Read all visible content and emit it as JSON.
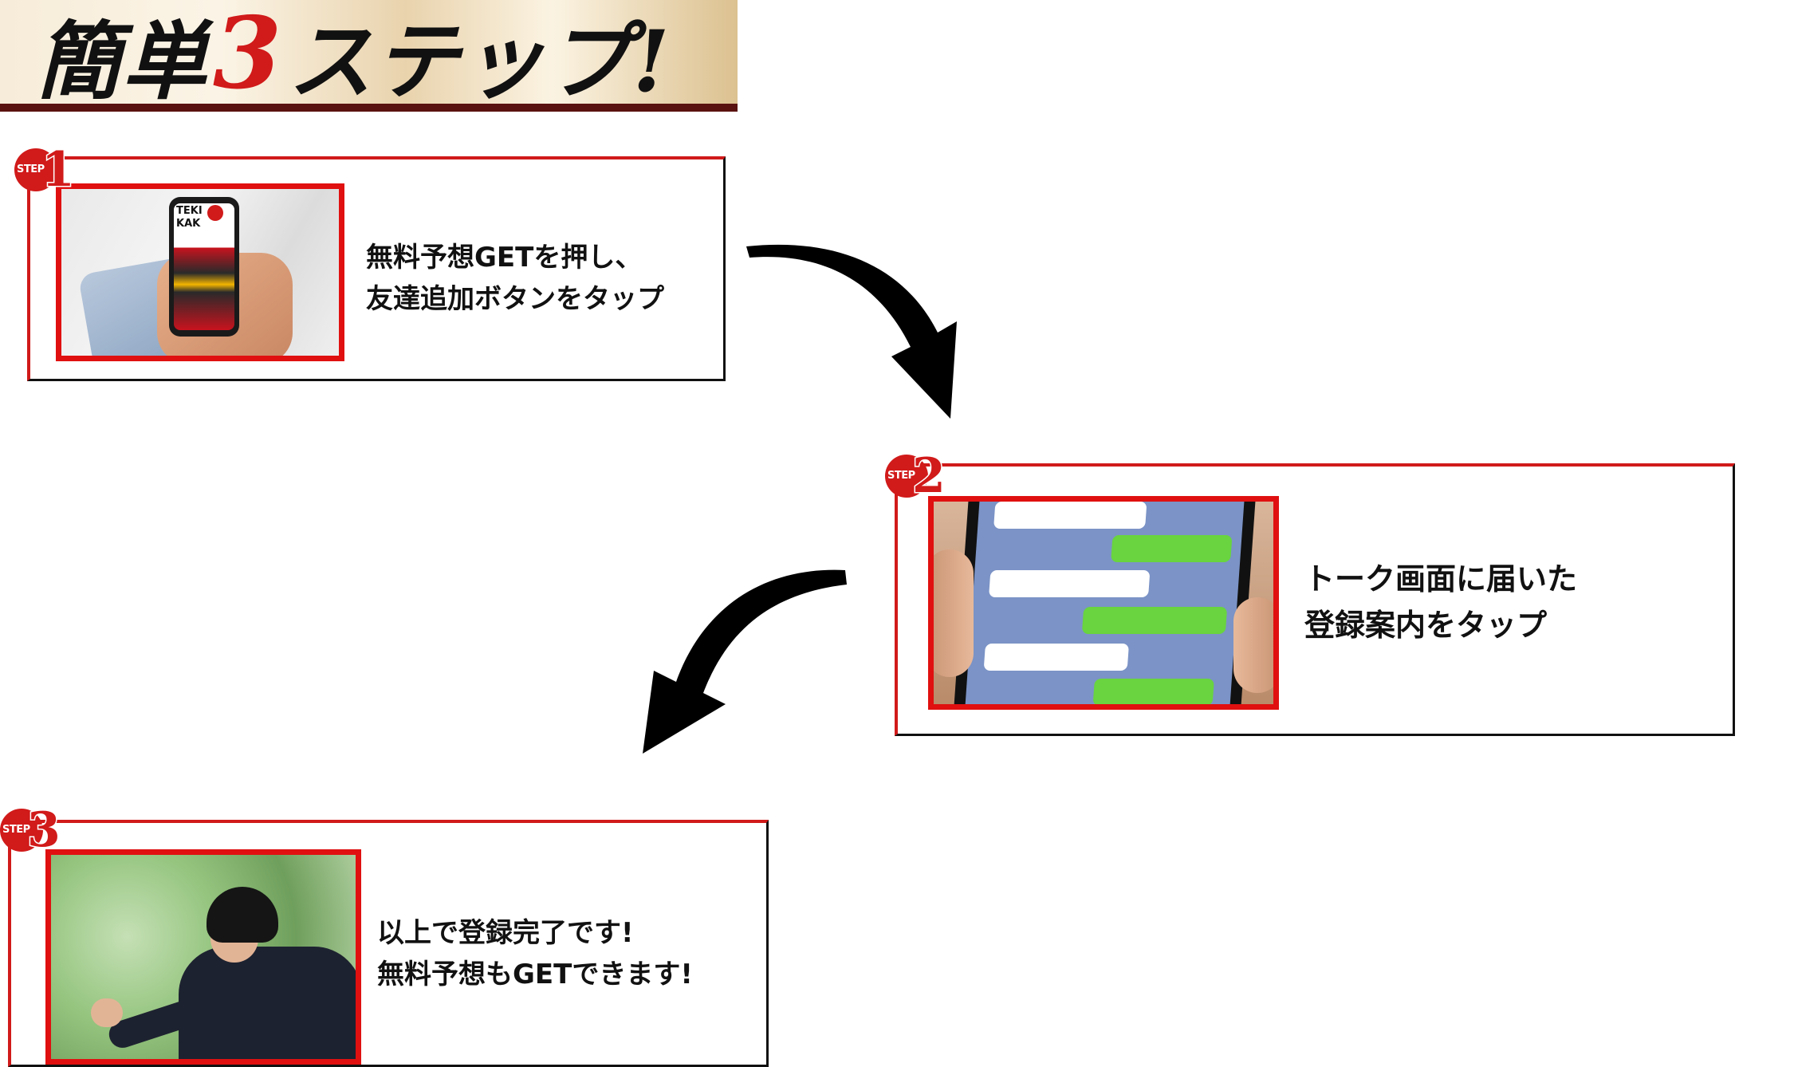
{
  "header": {
    "title_part1": "簡単",
    "title_number": "3",
    "title_part2": "ステップ!"
  },
  "steps": [
    {
      "badge_label": "STEP",
      "badge_digit": "1",
      "line1": "無料予想GETを押し、",
      "line2": "友達追加ボタンをタップ",
      "phone_logo": "TEKI KAK"
    },
    {
      "badge_label": "STEP",
      "badge_digit": "2",
      "line1": "トーク画面に届いた",
      "line2": "登録案内をタップ"
    },
    {
      "badge_label": "STEP",
      "badge_digit": "3",
      "line1": "以上で登録完了です!",
      "line2": "無料予想もGETできます!"
    }
  ],
  "colors": {
    "accent_red": "#d11a1a",
    "frame_black": "#111111",
    "chat_green": "#69d43f",
    "chat_blue": "#7b93c6"
  },
  "icons": {
    "arrow_1": "curved-arrow-down-right-icon",
    "arrow_2": "curved-arrow-down-left-icon"
  }
}
